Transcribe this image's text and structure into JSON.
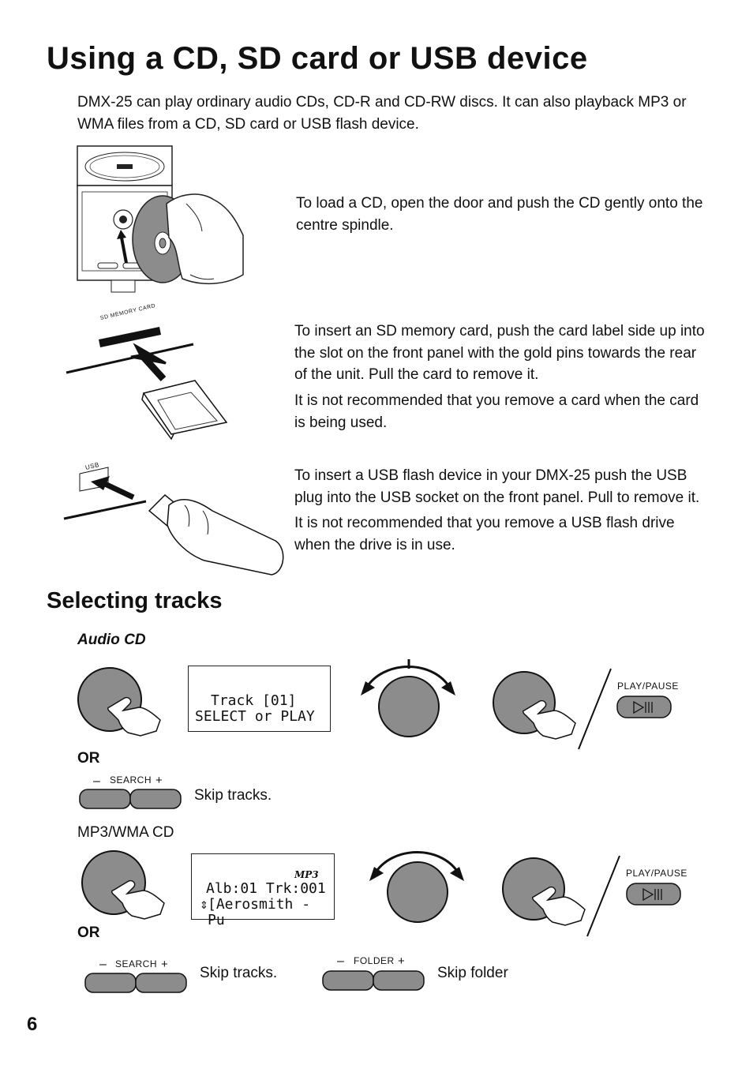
{
  "title": "Using a CD, SD card or USB device",
  "intro": "DMX-25 can play ordinary audio CDs, CD-R and CD-RW discs. It can also playback MP3 or WMA files from a CD, SD card or USB flash device.",
  "cd_text": "To load a CD, open the door and push the CD gently onto the centre spindle.",
  "sd_text_1": "To insert an SD memory card, push the card label side up into the slot on the front panel with the gold pins towards the rear of the unit. Pull the card to remove it.",
  "sd_text_2": "It is not recommended that you remove a card when the card is being used.",
  "usb_text_1": "To insert a USB flash device in your DMX-25 push the USB plug into the USB socket on the front panel. Pull to remove it.",
  "usb_text_2": "It is not recommended that you remove a USB flash drive when the drive is in use.",
  "sd_slot_label": "SD MEMORY CARD",
  "usb_slot_label": "USB",
  "section_title": "Selecting tracks",
  "audio_cd": {
    "heading": "Audio CD",
    "lcd_line1": "Track [01]",
    "lcd_line2": "SELECT or PLAY",
    "play_label": "PLAY/PAUSE",
    "or": "OR",
    "search_label": "SEARCH",
    "minus": "–",
    "plus": "+",
    "skip_text": "Skip tracks."
  },
  "mp3_cd": {
    "heading": "MP3/WMA CD",
    "lcd_badge": "MP3",
    "lcd_line1": "Alb:01 Trk:001",
    "lcd_line2": "[Aerosmith - Pu",
    "play_label": "PLAY/PAUSE",
    "or": "OR",
    "search_label": "SEARCH",
    "folder_label": "FOLDER",
    "minus": "–",
    "plus": "+",
    "skip_tracks_text": "Skip tracks.",
    "skip_folder_text": "Skip folder"
  },
  "page_number": "6"
}
